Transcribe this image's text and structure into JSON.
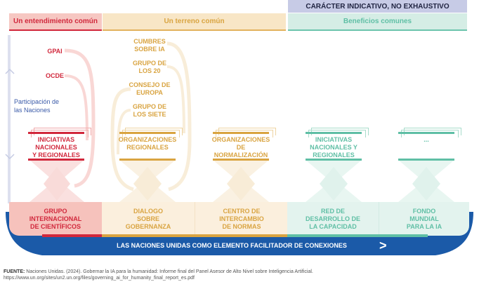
{
  "banner": "CARÁCTER INDICATIVO, NO EXHAUSTIVO",
  "columns": [
    {
      "header": "Un entendimiento común",
      "color": "#d1283c",
      "bg": "#f6c7c2"
    },
    {
      "header": "Un terreno común",
      "color": "#d9a441",
      "bg": "#f8e6c6"
    },
    {
      "header": "Beneficios comunes",
      "color": "#5fbfa5",
      "bg": "#d5ede5"
    }
  ],
  "axis_label": "Participación de las Naciones",
  "axis_label_lines": [
    "Participación de",
    "las Naciones"
  ],
  "red_items": [
    "GPAI",
    "OCDE"
  ],
  "gold_items": [
    [
      "CUMBRES",
      "SOBRE IA"
    ],
    [
      "GRUPO DE",
      "LOS 20"
    ],
    [
      "CONSEJO DE",
      "EUROPA"
    ],
    [
      "GRUPO DE",
      "LOS SIETE"
    ]
  ],
  "stacks": [
    {
      "lines": [
        "INICIATIVAS",
        "NACIONALES",
        "Y REGIONALES"
      ],
      "color": "#d1283c"
    },
    {
      "lines": [
        "ORGANIZACIONES",
        "REGIONALES"
      ],
      "color": "#d9a441"
    },
    {
      "lines": [
        "ORGANIZACIONES",
        "DE",
        "NORMALIZACIÓN"
      ],
      "color": "#d9a441"
    },
    {
      "lines": [
        "INICIATIVAS",
        "NACIONALES Y",
        "REGIONALES"
      ],
      "color": "#5fbfa5"
    },
    {
      "lines": [
        "..."
      ],
      "color": "#5fbfa5"
    }
  ],
  "bottom_cells": [
    {
      "lines": [
        "GRUPO",
        "INTERNACIONAL",
        "DE CIENTÍFICOS"
      ],
      "color": "#d1283c",
      "bg": "#f6c2bc"
    },
    {
      "lines": [
        "DIALOGO",
        "SOBRE",
        "GOBERNANZA"
      ],
      "color": "#d9a441",
      "bg": "#fbefdd"
    },
    {
      "lines": [
        "CENTRO DE",
        "INTERCAMBIO",
        "DE NORMAS"
      ],
      "color": "#d9a441",
      "bg": "#fbefdd"
    },
    {
      "lines": [
        "RED DE",
        "DESARROLLO DE",
        "LA CAPACIDAD"
      ],
      "color": "#5fbfa5",
      "bg": "#e3f3ee"
    },
    {
      "lines": [
        "FONDO",
        "MUNDIAL",
        "PARA LA IA"
      ],
      "color": "#5fbfa5",
      "bg": "#e3f3ee"
    }
  ],
  "base_label": "LAS NACIONES UNIDAS COMO ELEMENTO FACILITADOR DE CONEXIONES",
  "base_arrow": ">",
  "base_color": "#1b5aa8",
  "footer_bold": "FUENTE:",
  "footer_text": " Naciones Unidas. (2024). Gobernar la IA para la humanidad: Informe final del Panel Asesor de Alto Nivel sobre Inteligencia Artificial. https://www.un.org/sites/un2.un.org/files/governing_ai_for_humanity_final_report_es.pdf"
}
